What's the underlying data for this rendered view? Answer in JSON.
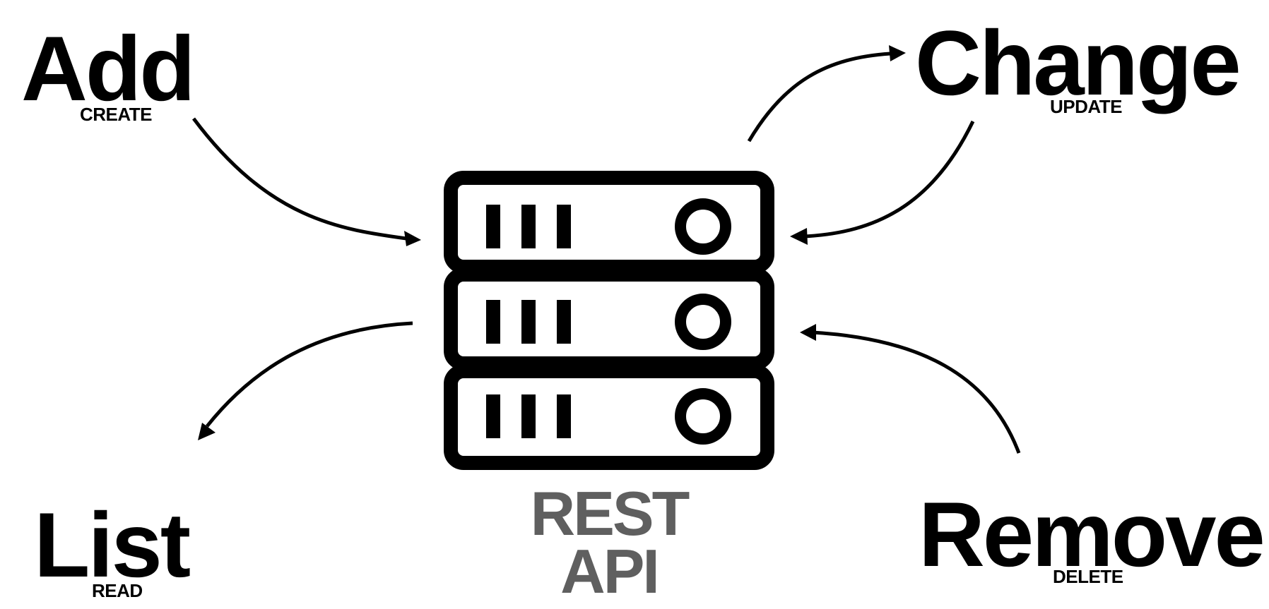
{
  "center": {
    "title_line1": "REST",
    "title_line2": "API",
    "color": "#5f5f5f"
  },
  "operations": {
    "create": {
      "main": "Add",
      "sub": "CREATE"
    },
    "update": {
      "main": "Change",
      "sub": "UPDATE"
    },
    "read": {
      "main": "List",
      "sub": "READ"
    },
    "delete": {
      "main": "Remove",
      "sub": "DELETE"
    }
  },
  "server": {
    "icon": "server-rack-icon",
    "units": 3
  },
  "colors": {
    "ink": "#000000",
    "background": "#ffffff",
    "api_label": "#5f5f5f"
  }
}
